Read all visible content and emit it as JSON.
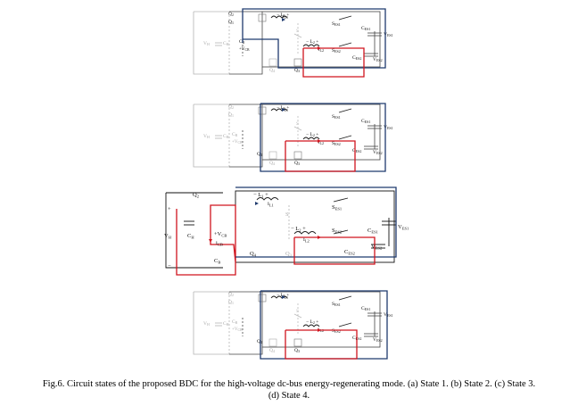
{
  "colors": {
    "blue": "#1f3a6e",
    "red": "#d0141e",
    "black": "#111111",
    "grey": "#9a9a9a",
    "lightgrey": "#c8c8c8"
  },
  "figure": {
    "caption_line1": "Fig.6. Circuit states of the proposed BDC for the high-voltage dc-bus energy-regenerating mode. (a) State 1. (b) State 2. (c) State 3.",
    "caption_line2": "(d) State 4.",
    "labels": {
      "vh": "V",
      "vh_sub": "H",
      "ch": "C",
      "ch_sub": "H",
      "cb": "C",
      "cb_sub": "B",
      "vcb": "+V",
      "vcb_sub": "CB",
      "vcb_minus": "−",
      "icb": "i",
      "icb_sub": "CB",
      "l1": "− L",
      "l1_sub": "1",
      "l1_plus": "+",
      "l2": "− L",
      "l2_sub": "2",
      "l2_plus": "+",
      "il1": "i",
      "il1_sub": "L1",
      "il2": "i",
      "il2_sub": "L2",
      "ses1": "S",
      "ses1_sub": "ES1",
      "ses2": "S",
      "ses2_sub": "ES2",
      "ces1": "C",
      "ces1_sub": "ES1",
      "ces2": "C",
      "ces2_sub": "ES2",
      "ves1": "V",
      "ves1_sub": "ES1",
      "ves2": "V",
      "ves2_sub": "ES2",
      "q1": "Q",
      "q1_sub": "1",
      "q2": "Q",
      "q2_sub": "2",
      "q3": "Q",
      "q3_sub": "3",
      "q4": "Q",
      "q4_sub": "4",
      "s": "S",
      "plus": "+",
      "minus": "−"
    }
  }
}
